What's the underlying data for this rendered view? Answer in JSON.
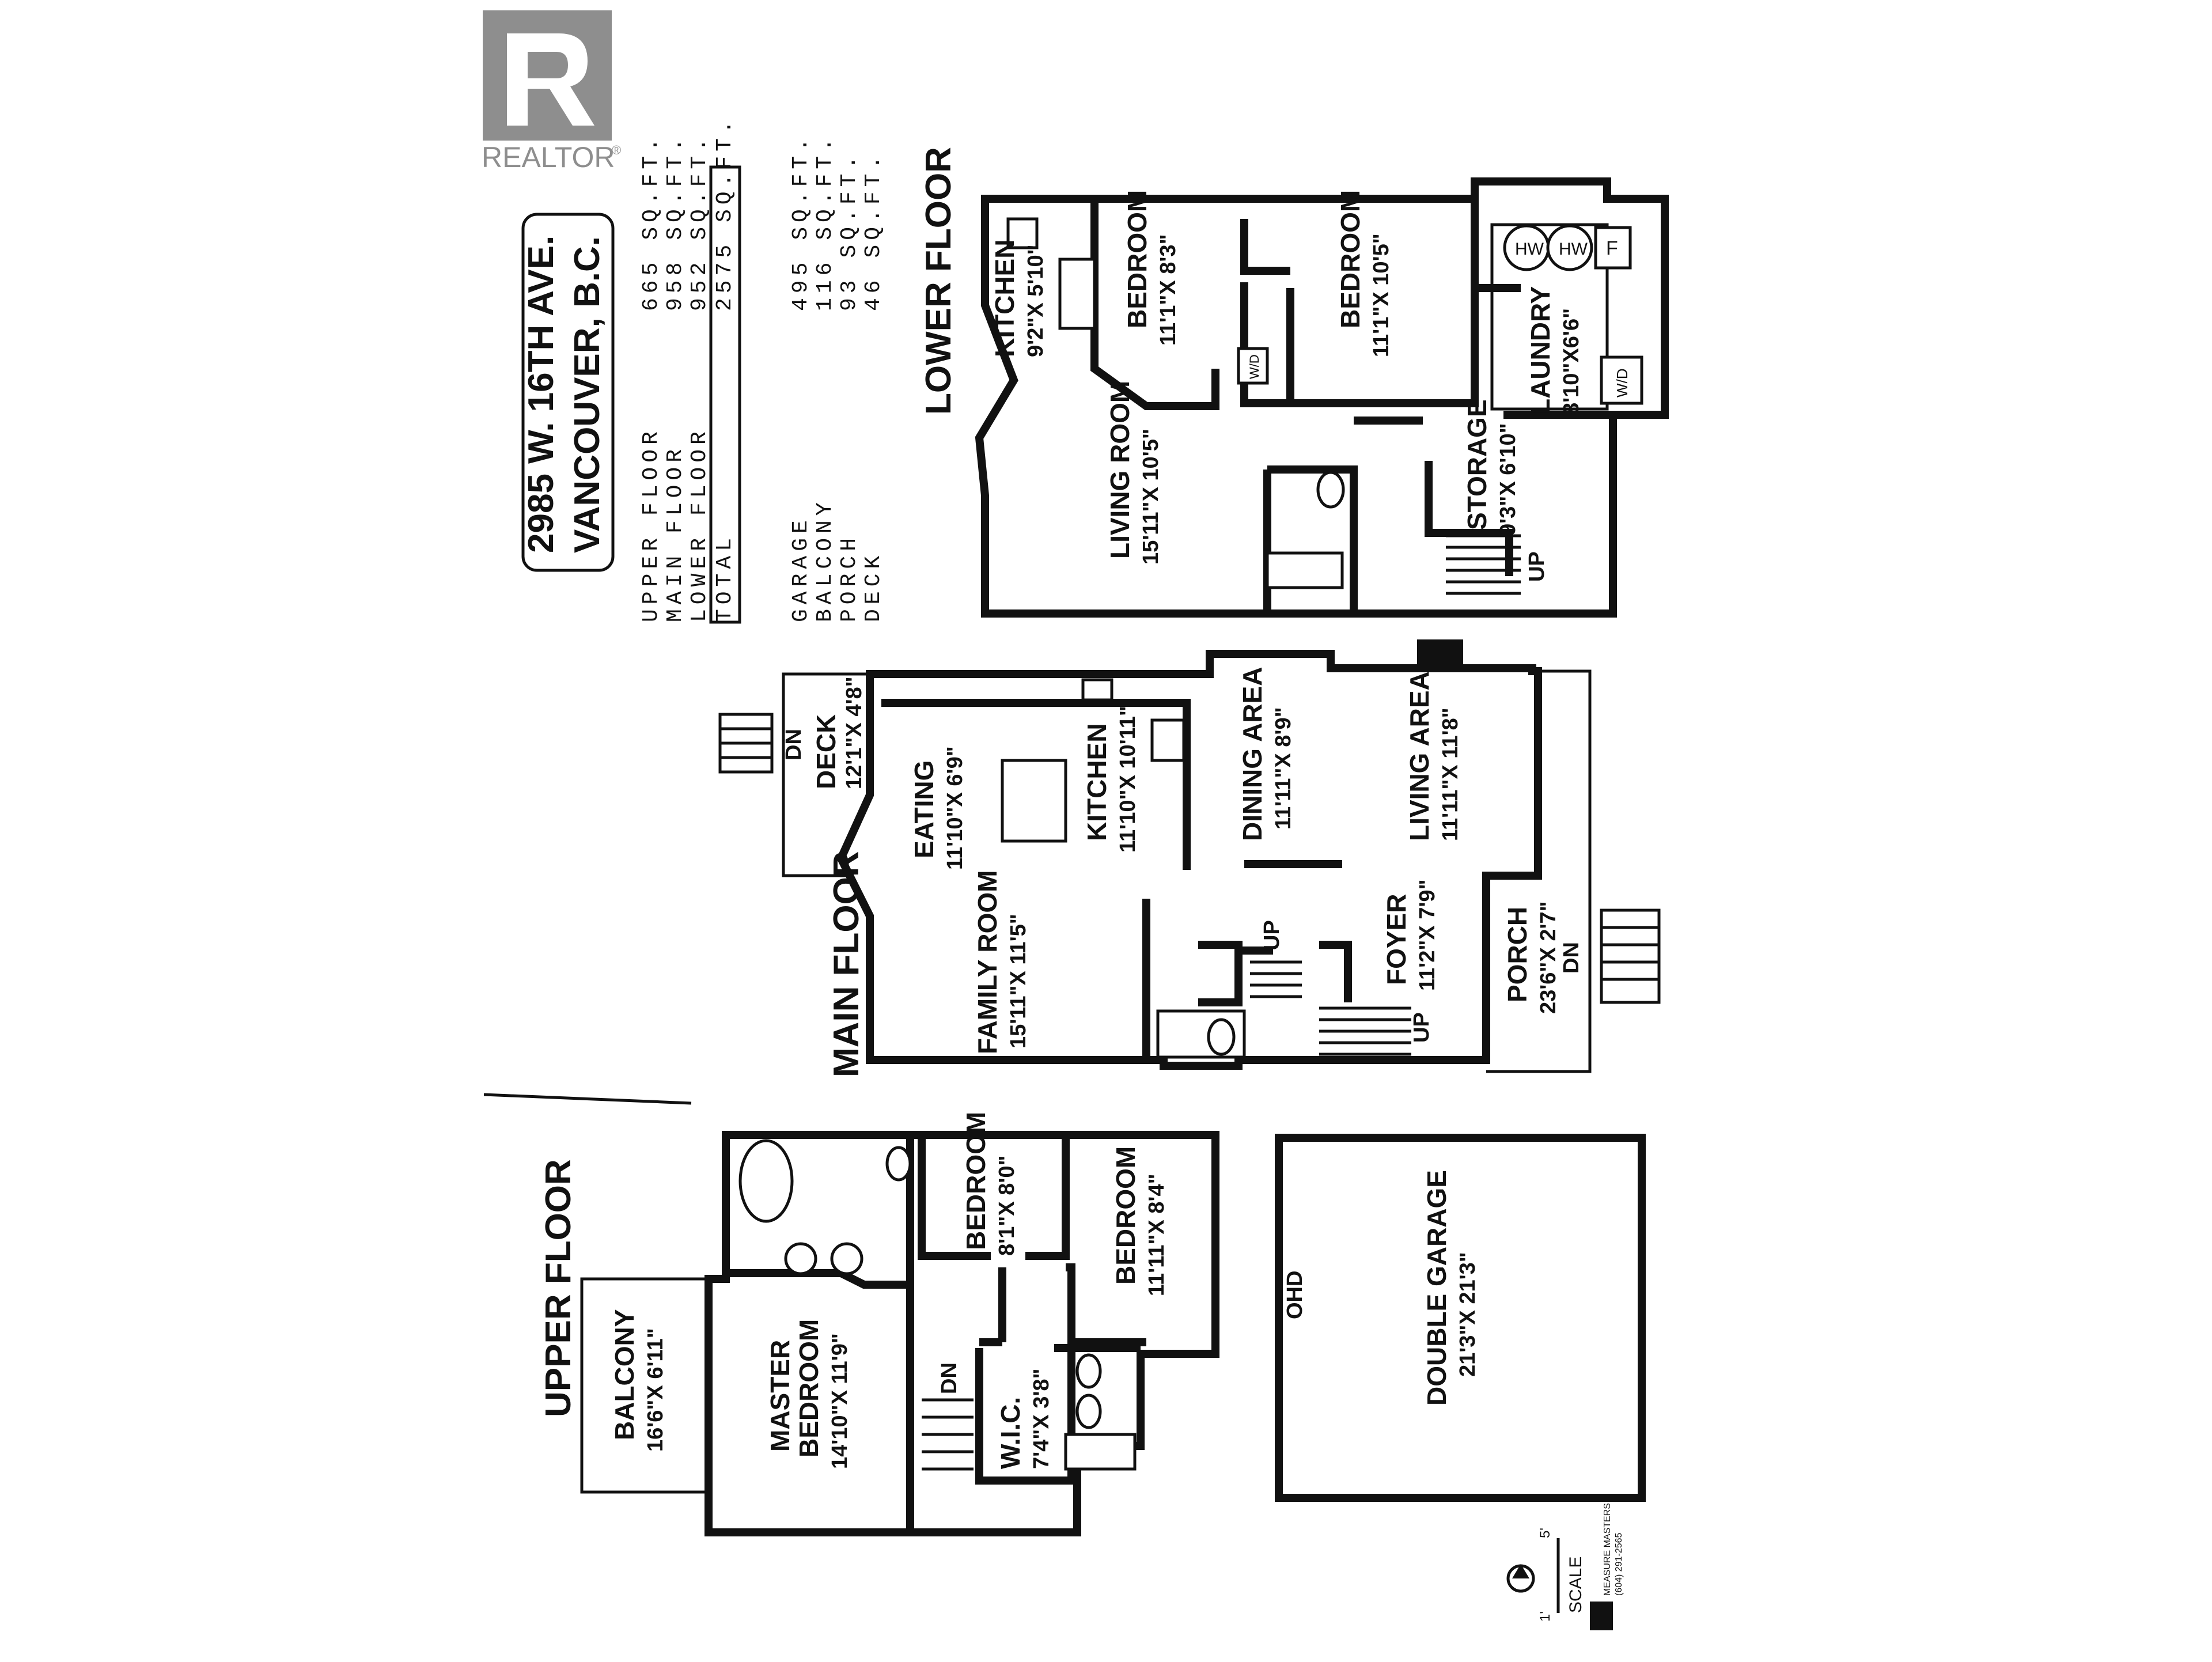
{
  "logo": {
    "mark": "R",
    "text": "REALTOR",
    "reg": "®"
  },
  "address": {
    "line1": "2985 W. 16TH AVE.",
    "line2": "VANCOUVER, B.C."
  },
  "areas": [
    {
      "label": "UPPER FLOOR",
      "value": "665 SQ.FT."
    },
    {
      "label": "MAIN FLOOR",
      "value": "958 SQ.FT."
    },
    {
      "label": "LOWER FLOOR",
      "value": "952 SQ.FT."
    },
    {
      "label": "TOTAL",
      "value": "2575 SQ.FT."
    }
  ],
  "other_areas": [
    {
      "label": "GARAGE",
      "value": "495 SQ.FT."
    },
    {
      "label": "BALCONY",
      "value": "116 SQ.FT."
    },
    {
      "label": "PORCH",
      "value": "93 SQ.FT."
    },
    {
      "label": "DECK",
      "value": "46 SQ.FT."
    }
  ],
  "floors": {
    "lower": "LOWER FLOOR",
    "main": "MAIN FLOOR",
    "upper": "UPPER FLOOR"
  },
  "rooms": {
    "lower_kitchen": {
      "name": "KITCHEN",
      "dim": "9'2\"X 5'10\""
    },
    "lower_bedroom1": {
      "name": "BEDROOM",
      "dim": "11'1\"X 8'3\""
    },
    "lower_bedroom2": {
      "name": "BEDROOM",
      "dim": "11'1\"X 10'5\""
    },
    "laundry": {
      "name": "LAUNDRY",
      "dim": "8'10\"X6'6\""
    },
    "lower_living": {
      "name": "LIVING ROOM",
      "dim": "15'11\"X 10'5\""
    },
    "storage": {
      "name": "STORAGE",
      "dim": "9'3\"X 6'10\""
    },
    "deck": {
      "name": "DECK",
      "dim": "12'1\"X 4'8\""
    },
    "eating": {
      "name": "EATING",
      "dim": "11'10\"X 6'9\""
    },
    "main_kitchen": {
      "name": "KITCHEN",
      "dim": "11'10\"X 10'11\""
    },
    "dining": {
      "name": "DINING AREA",
      "dim": "11'11\"X 8'9\""
    },
    "main_living": {
      "name": "LIVING AREA",
      "dim": "11'11\"X 11'8\""
    },
    "family": {
      "name": "FAMILY ROOM",
      "dim": "15'11\"X 11'5\""
    },
    "foyer": {
      "name": "FOYER",
      "dim": "11'2\"X 7'9\""
    },
    "porch": {
      "name": "PORCH",
      "dim": "23'6\"X 2'7\""
    },
    "up_bedroom_small": {
      "name": "BEDROOM",
      "dim": "8'1\"X 8'0\""
    },
    "up_bedroom": {
      "name": "BEDROOM",
      "dim": "11'11\"X 8'4\""
    },
    "balcony": {
      "name": "BALCONY",
      "dim": "16'6\"X 6'11\""
    },
    "master": {
      "name": "MASTER",
      "name2": "BEDROOM",
      "dim": "14'10\"X 11'9\""
    },
    "wic": {
      "name": "W.I.C.",
      "dim": "7'4\"X 3'8\""
    },
    "garage": {
      "name": "DOUBLE GARAGE",
      "dim": "21'3\"X 21'3\""
    }
  },
  "marks": {
    "hw1": "HW",
    "hw2": "HW",
    "f": "F",
    "wd_lower1": "W/D",
    "wd_lower2": "W/D",
    "up": "UP",
    "dn": "DN",
    "ohd": "OHD"
  },
  "scale": {
    "label": "SCALE",
    "t0": "1'",
    "t5": "5'"
  },
  "maker": {
    "name": "MEASURE MASTERS",
    "phone": "(604) 291-2565"
  }
}
